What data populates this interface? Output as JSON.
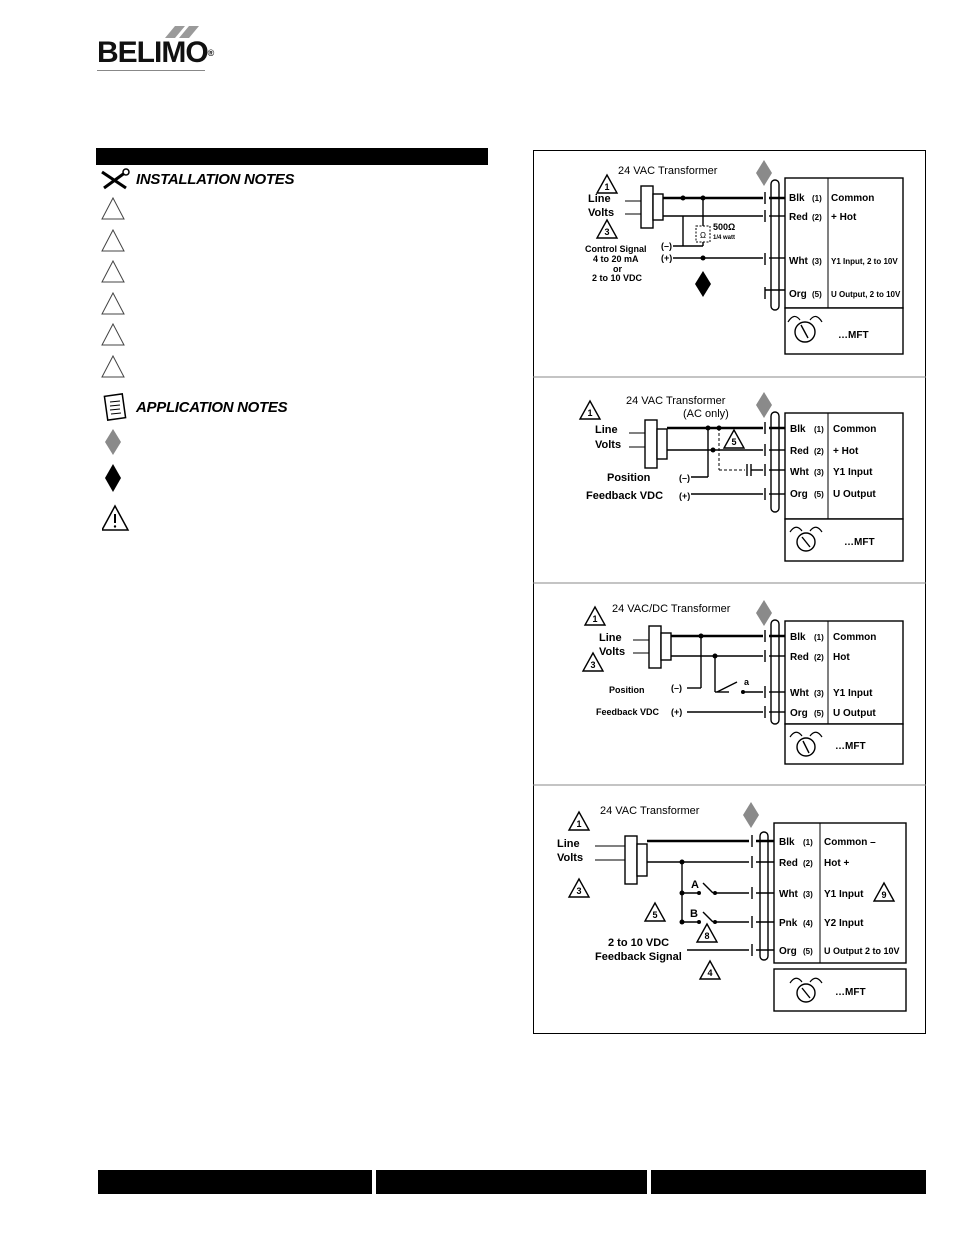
{
  "brand": {
    "name": "BELIMO",
    "reg": "®"
  },
  "notes": {
    "installation_heading": "INSTALLATION NOTES",
    "application_heading": "APPLICATION NOTES"
  },
  "diagrams": {
    "d1": {
      "transformer": "24 VAC Transformer",
      "line": "Line",
      "volts": "Volts",
      "control1": "Control Signal",
      "control2": "4 to 20 mA",
      "control3": "or",
      "control4": "2 to 10 VDC",
      "minus": "(–)",
      "plus": "(+)",
      "resistor": "500Ω",
      "resistor_rating": "1/4 watt",
      "ohm": "Ω",
      "tri1": "1",
      "tri3": "3",
      "wires": [
        "Blk",
        "Red",
        "Wht",
        "Org"
      ],
      "nums": [
        "(1)",
        "(2)",
        "(3)",
        "(5)"
      ],
      "labels": [
        "Common",
        "+ Hot",
        "Y1 Input, 2 to 10V",
        "U Output, 2 to 10V"
      ],
      "mft": "…MFT"
    },
    "d2": {
      "transformer": "24 VAC Transformer",
      "ac_only": "(AC only)",
      "line": "Line",
      "volts": "Volts",
      "position": "Position",
      "feedback": "Feedback VDC",
      "minus": "(–)",
      "plus": "(+)",
      "tri1": "1",
      "tri5": "5",
      "wires": [
        "Blk",
        "Red",
        "Wht",
        "Org"
      ],
      "nums": [
        "(1)",
        "(2)",
        "(3)",
        "(5)"
      ],
      "labels": [
        "Common",
        "+ Hot",
        "Y1 Input",
        "U Output"
      ],
      "mft": "…MFT"
    },
    "d3": {
      "transformer": "24 VAC/DC Transformer",
      "line": "Line",
      "volts": "Volts",
      "position": "Position",
      "feedback": "Feedback VDC",
      "minus": "(–)",
      "plus": "(+)",
      "switch": "a",
      "tri1": "1",
      "tri3": "3",
      "wires": [
        "Blk",
        "Red",
        "Wht",
        "Org"
      ],
      "nums": [
        "(1)",
        "(2)",
        "(3)",
        "(5)"
      ],
      "labels": [
        "Common",
        "Hot",
        "Y1  Input",
        "U Output"
      ],
      "mft": "…MFT"
    },
    "d4": {
      "transformer": "24 VAC Transformer",
      "line": "Line",
      "volts": "Volts",
      "switch_a": "A",
      "switch_b": "B",
      "feedback1": "2 to 10 VDC",
      "feedback2": "Feedback Signal",
      "tri1": "1",
      "tri3": "3",
      "tri4": "4",
      "tri5": "5",
      "tri8": "8",
      "tri9": "9",
      "wires": [
        "Blk",
        "Red",
        "Wht",
        "Pnk",
        "Org"
      ],
      "nums": [
        "(1)",
        "(2)",
        "(3)",
        "(4)",
        "(5)"
      ],
      "labels": [
        "Common –",
        "Hot +",
        "Y1 Input",
        "Y2 Input",
        "U Output 2 to 10V"
      ],
      "mft": "…MFT"
    }
  }
}
